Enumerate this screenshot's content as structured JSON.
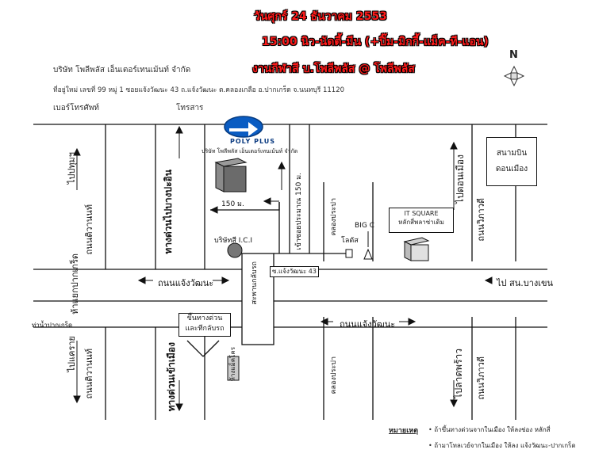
{
  "header": {
    "line1": "วันศุกร์ 24 ธันวาคม 2553",
    "line2": "15:00 นิว-นัดตี้-มีน (+ปิ๊ม-มิกกี้-แม็ค-ที-แอน)",
    "line3": "งานกีฬาสี บ.โพลีพลัส @ โพลีพลัส"
  },
  "company": {
    "name": "บริษัท โพลีพลัส เอ็นเตอร์เทนเม้นท์ จำกัด",
    "address": "ที่อยู่ใหม่ เลขที่ 99 หมู่ 1 ซอยแจ้งวัฒนะ 43 ถ.แจ้งวัฒนะ ต.คลองเกลือ อ.ปากเกร็ด จ.นนทบุรี 11120",
    "phone_label": "เบอร์โทรศัพท์",
    "fax_label": "โทรสาร"
  },
  "compass": {
    "north": "N"
  },
  "logo": {
    "text": "POLY PLUS",
    "caption": "บริษัท โพลีพลัส เอ็นเตอร์เทนเม้นท์ จำกัด"
  },
  "map": {
    "to_pathum": "ไปปทุมฯ",
    "tiwanon_top": "ถนนติวานนท์",
    "pakkret_junction": "ห้าแยกปากเกร็ด",
    "pak_kret_pier": "ท่าน้ำปากเกร็ด",
    "to_khae_rai": "ไปแคราย",
    "tiwanon_bottom": "ถนนติวานนท์",
    "prachachuen_top": "ทางด่วนไปบางปะอิน",
    "prachachuen_bottom": "ทางด่วนเข้าเมือง",
    "expressway_box": "ขึ้นทางด่วน\nและทีกลับรถ",
    "makro": "ห้างแม็คโคร",
    "distance_150": "150 ม.",
    "soi_entrance": "เข้าซอยประมาณ 150 ม.",
    "ici": "บริษัทสี I.C.I",
    "soi_43": "ซ.แจ้งวัฒนะ 43",
    "chaengwattana_top": "ถนนแจ้งวัฒนะ",
    "chaengwattana_bottom": "ถนนแจ้งวัฒนะ",
    "u_turn_bridge": "สะพานกลับรถ",
    "khlong_prapa_top": "คลองประปา",
    "khlong_prapa_bottom": "คลองประปา",
    "big_c": "BIG C",
    "lotus": "โลตัส",
    "it_square": "IT SQUARE",
    "laksi_plaza": "หลักสี่พลาซ่าเดิม",
    "to_don_mueang": "ไปดอนเมือง",
    "vibhavadi_top": "ถนนวิภาวดี",
    "airport": "สนามบิน\nดอนเมือง",
    "to_bang_khen": "ไป สน.บางเขน",
    "to_lat_phrao": "ไปลาดพร้าว",
    "vibhavadi_bottom": "ถนนวิภาวดี"
  },
  "notes": {
    "title": "หมายเหตุ",
    "note1": "• ถ้าขึ้นทางด่วนจากในเมือง ให้ลงช่อง หลักสี่",
    "note2": "• ถ้ามาโทลเวย์จากในเมือง ให้ลง แจ้งวัฒนะ-ปากเกร็ด"
  }
}
